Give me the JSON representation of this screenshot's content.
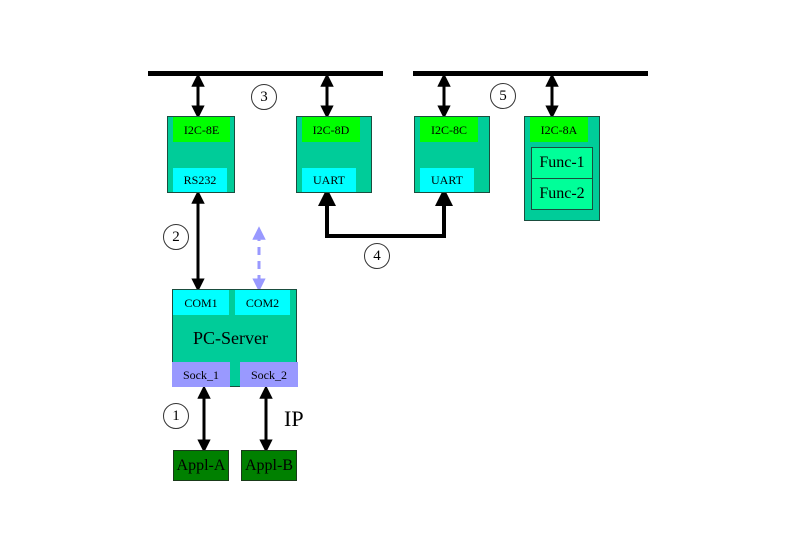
{
  "diagram": {
    "nodes": {
      "i2c_8e": {
        "title": "I2C-8E",
        "port": "RS232"
      },
      "i2c_8d": {
        "title": "I2C-8D",
        "port": "UART"
      },
      "i2c_8c": {
        "title": "I2C-8C",
        "port": "UART"
      },
      "i2c_8a": {
        "title": "I2C-8A",
        "functions": [
          "Func-1",
          "Func-2"
        ]
      },
      "pc_server": {
        "title": "PC-Server",
        "com_ports": [
          "COM1",
          "COM2"
        ],
        "sockets": [
          "Sock_1",
          "Sock_2"
        ]
      },
      "appl_a": {
        "title": "Appl-A"
      },
      "appl_b": {
        "title": "Appl-B"
      }
    },
    "link_numbers": [
      "1",
      "2",
      "3",
      "4",
      "5"
    ],
    "ip_label": "IP",
    "edges": [
      {
        "from": "appl_a",
        "to": "pc_server.Sock_1",
        "label": "1",
        "style": "solid-bidirectional"
      },
      {
        "from": "appl_b",
        "to": "pc_server.Sock_2",
        "label": "IP",
        "style": "solid-bidirectional"
      },
      {
        "from": "pc_server.COM1",
        "to": "i2c_8e.RS232",
        "label": "2",
        "style": "solid-bidirectional"
      },
      {
        "from": "pc_server.COM2",
        "to": "unconnected",
        "style": "dashed-bidirectional"
      },
      {
        "from": "i2c_8e",
        "to": "bus_left",
        "label": "3",
        "style": "solid-bidirectional"
      },
      {
        "from": "i2c_8d",
        "to": "bus_left",
        "label": "3",
        "style": "solid-bidirectional"
      },
      {
        "from": "i2c_8d.UART",
        "to": "i2c_8c.UART",
        "label": "4",
        "style": "solid-bidirectional"
      },
      {
        "from": "i2c_8c",
        "to": "bus_right",
        "label": "5",
        "style": "solid-bidirectional"
      },
      {
        "from": "i2c_8a",
        "to": "bus_right",
        "label": "5",
        "style": "solid-bidirectional"
      }
    ],
    "colors": {
      "module": "#00cc99",
      "i2c_label": "#00ff00",
      "port": "#00ffff",
      "socket": "#9999ff",
      "function": "#00ff99",
      "application": "#008000",
      "dashed_link": "#9999ff"
    }
  }
}
